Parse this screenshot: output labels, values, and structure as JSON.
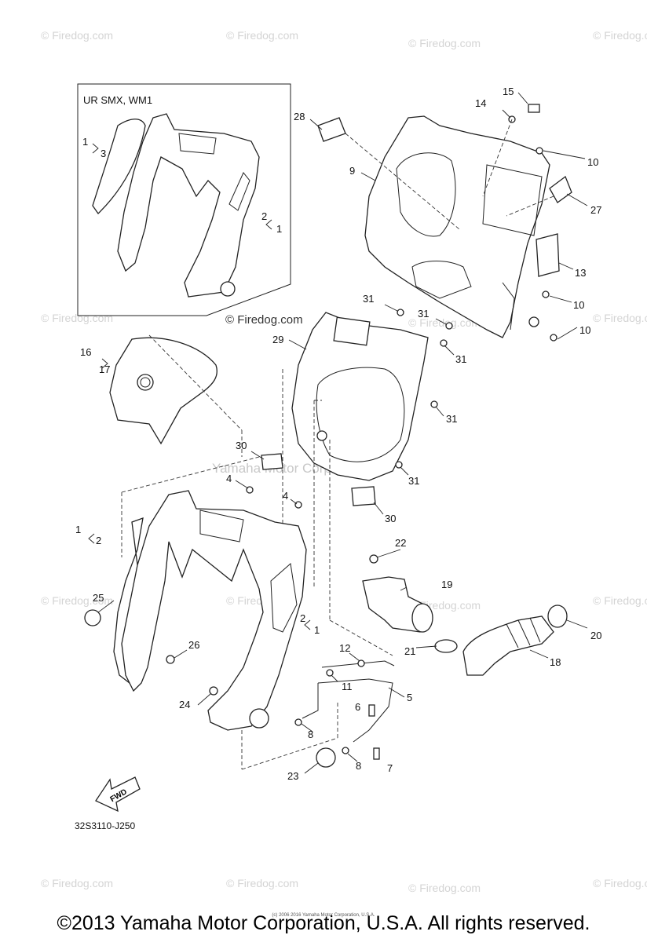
{
  "watermark": "© Firedog.com",
  "watermark_center": "© Firedog.com",
  "watermark_yamaha": "Yamaha Motor Corp., U.S.A.",
  "inset_title": "UR SMX, WM1",
  "diagram_code": "32S3110-J250",
  "fwd_label": "FWD",
  "footer": "©2013 Yamaha Motor Corporation, U.S.A. All rights reserved.",
  "footer_small": "(c) 2006 2016 Yamaha Motor Corporation, U.S.A.",
  "callouts": [
    "1",
    "3",
    "2",
    "1",
    "28",
    "15",
    "14",
    "10",
    "9",
    "27",
    "13",
    "10",
    "10",
    "31",
    "31",
    "31",
    "29",
    "31",
    "16",
    "17",
    "30",
    "31",
    "4",
    "4",
    "1",
    "2",
    "30",
    "22",
    "19",
    "25",
    "2",
    "1",
    "20",
    "21",
    "18",
    "26",
    "12",
    "11",
    "5",
    "24",
    "6",
    "8",
    "8",
    "7",
    "23"
  ]
}
